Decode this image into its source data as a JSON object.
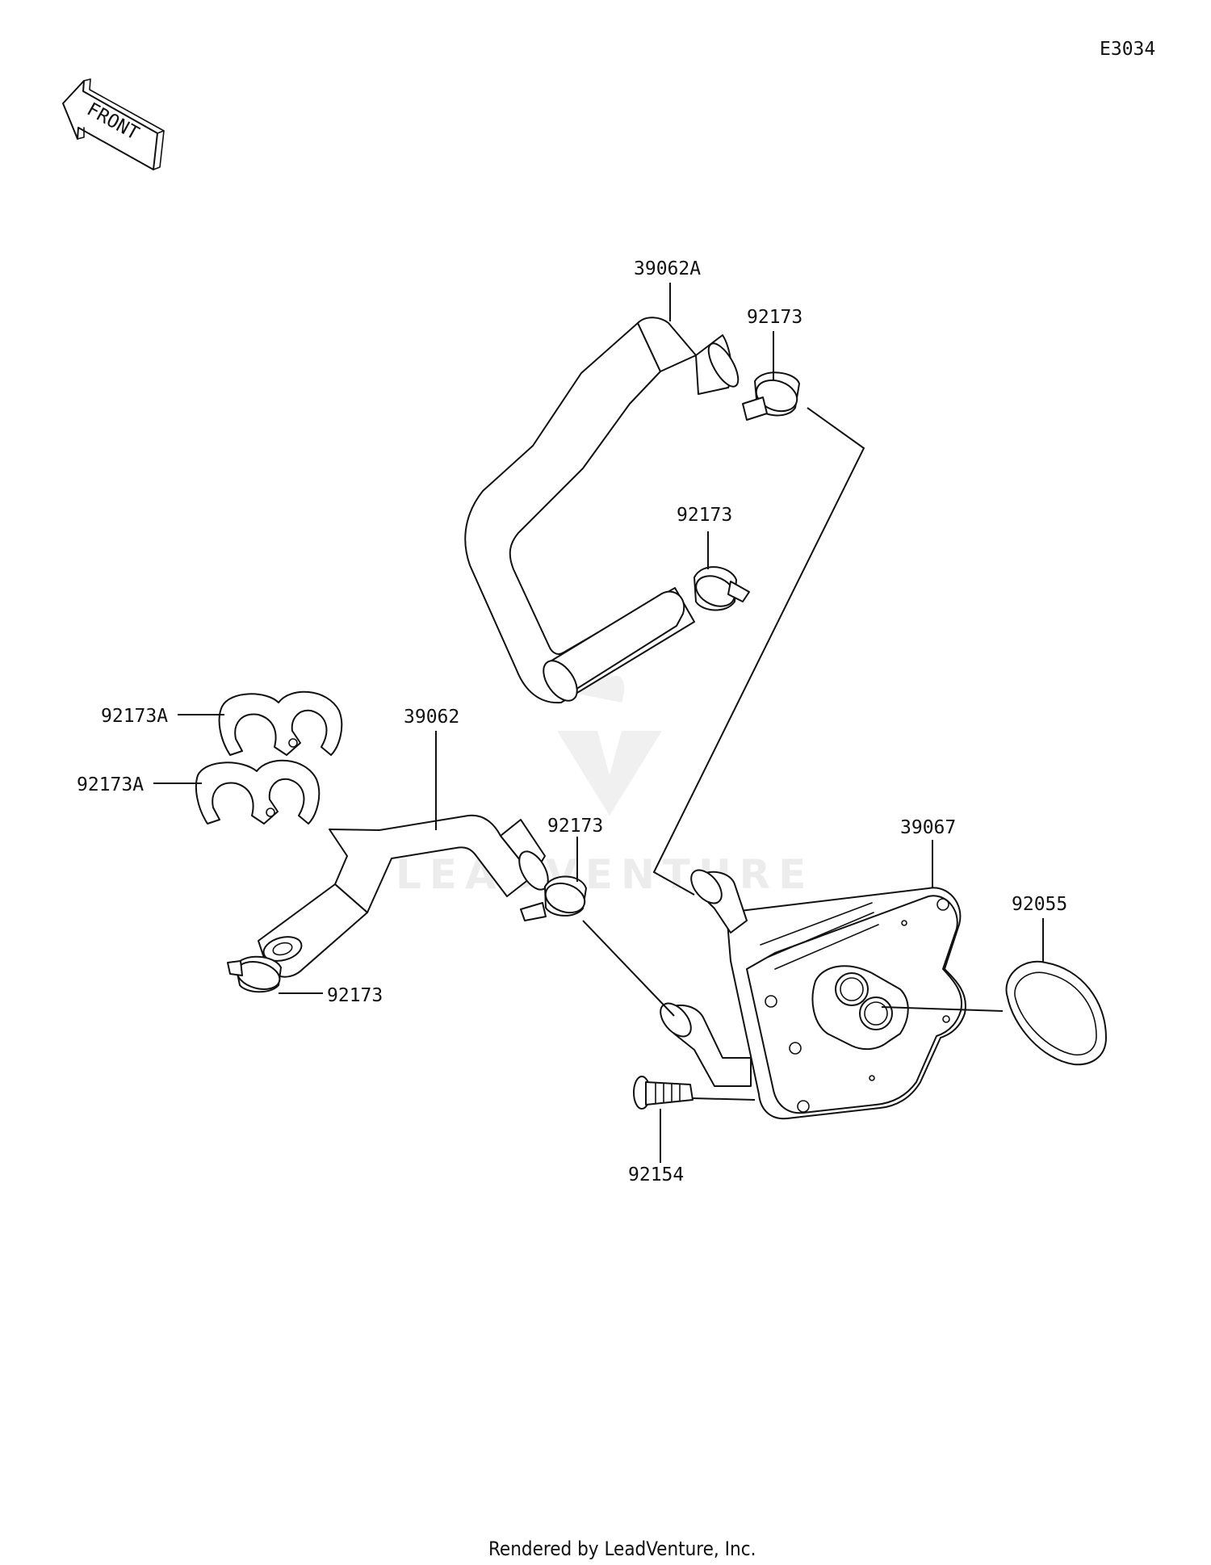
{
  "diagram_code": "E3034",
  "front_marker": "FRONT",
  "watermark": "LEADVENTURE",
  "footer": "Rendered by LeadVenture, Inc.",
  "callouts": {
    "hose_upper": "39062A",
    "clamp_upper_right": "92173",
    "clamp_upper_mid": "92173",
    "clip_a_1": "92173A",
    "clip_a_2": "92173A",
    "hose_lower": "39062",
    "clamp_lower_mid": "92173",
    "clamp_lower_left": "92173",
    "oil_cooler": "39067",
    "o_ring": "92055",
    "bolt": "92154"
  }
}
